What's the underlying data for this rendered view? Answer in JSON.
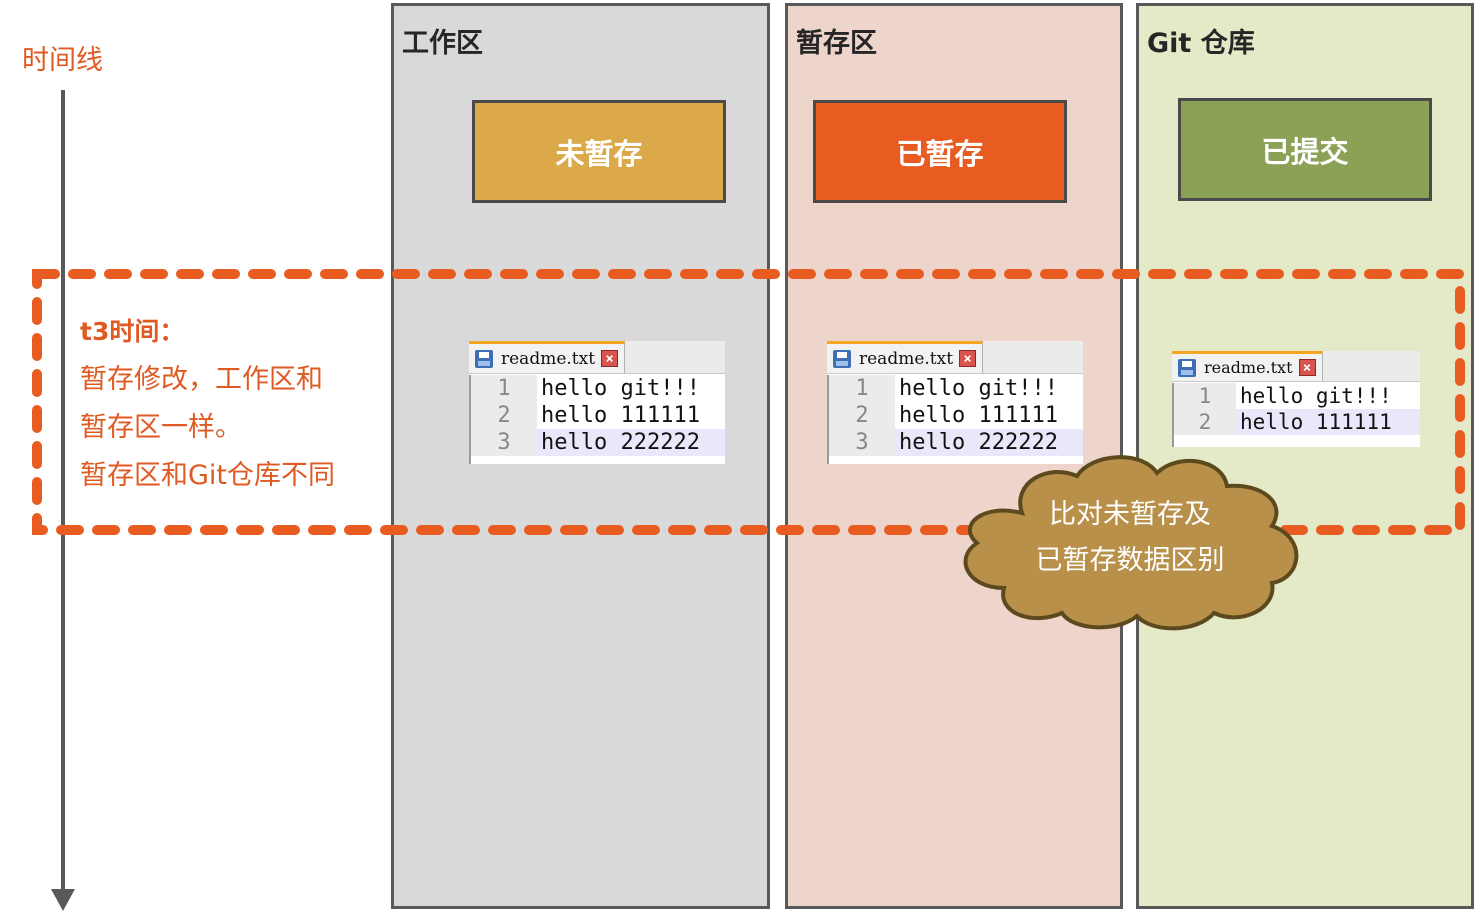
{
  "timeline": {
    "label": "时间线"
  },
  "zones": {
    "work": {
      "title": "工作区",
      "state": "未暂存"
    },
    "stage": {
      "title": "暂存区",
      "state": "已暂存"
    },
    "repo": {
      "title": "Git 仓库",
      "state": "已提交"
    }
  },
  "note": {
    "title": "t3时间：",
    "lines": [
      "暂存修改，工作区和",
      "暂存区一样。",
      "暂存区和Git仓库不同"
    ]
  },
  "editors": {
    "work": {
      "filename": "readme.txt",
      "close": "×",
      "lines": [
        {
          "num": "1",
          "text": "hello git!!!"
        },
        {
          "num": "2",
          "text": "hello 111111"
        },
        {
          "num": "3",
          "text": "hello 222222"
        }
      ]
    },
    "stage": {
      "filename": "readme.txt",
      "close": "×",
      "lines": [
        {
          "num": "1",
          "text": "hello git!!!"
        },
        {
          "num": "2",
          "text": "hello 111111"
        },
        {
          "num": "3",
          "text": "hello 222222"
        }
      ]
    },
    "repo": {
      "filename": "readme.txt",
      "close": "×",
      "lines": [
        {
          "num": "1",
          "text": "hello git!!!"
        },
        {
          "num": "2",
          "text": "hello 111111"
        }
      ]
    }
  },
  "cloud": {
    "lines": [
      "比对未暂存及",
      "已暂存数据区别"
    ]
  },
  "colors": {
    "accent": "#E05A23",
    "unstaged": "#DBA94A",
    "staged": "#E85C22",
    "committed": "#8BA156",
    "cloud": "#B8904A"
  }
}
